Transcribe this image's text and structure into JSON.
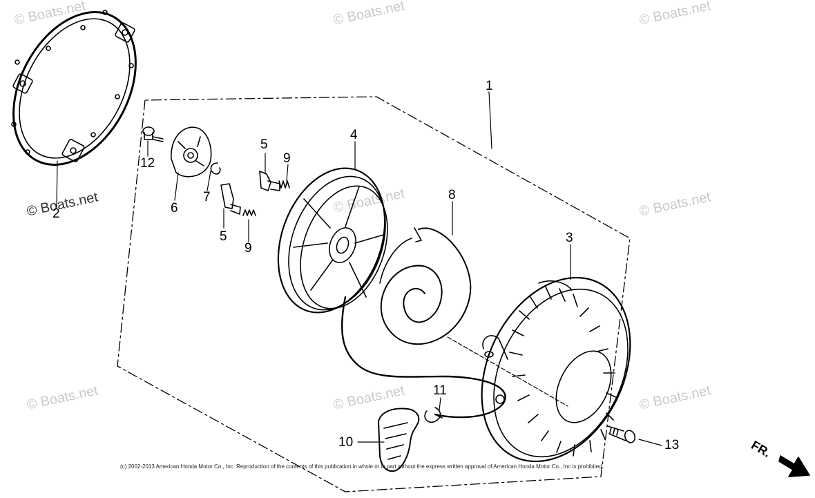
{
  "watermark": "© Boats.net",
  "callouts": {
    "c1": "1",
    "c2": "2",
    "c3": "3",
    "c4": "4",
    "c5a": "5",
    "c5b": "5",
    "c6": "6",
    "c7": "7",
    "c8": "8",
    "c9a": "9",
    "c9b": "9",
    "c10": "10",
    "c11": "11",
    "c12": "12",
    "c13": "13"
  },
  "direction_label": "FR.",
  "copyright": "(c) 2002-2013 American Honda Motor Co., Inc. Reproduction of the contents of this publication in whole or in part without the express written approval of American Honda Motor Co., Inc is prohibited."
}
